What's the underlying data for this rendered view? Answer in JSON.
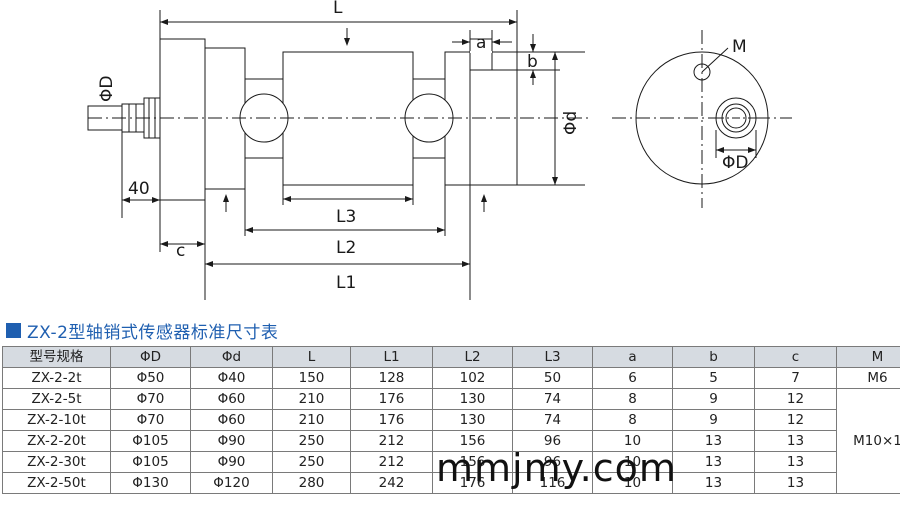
{
  "drawing": {
    "labels": {
      "L": "L",
      "a": "a",
      "b": "b",
      "phiD_side": "ΦD",
      "phid": "Φd",
      "forty": "40",
      "c": "c",
      "L1": "L1",
      "L2": "L2",
      "L3": "L3",
      "M": "M",
      "phiD_end": "ΦD"
    }
  },
  "title": "ZX-2型轴销式传感器标准尺寸表",
  "table": {
    "headers": [
      "型号规格",
      "ΦD",
      "Φd",
      "L",
      "L1",
      "L2",
      "L3",
      "a",
      "b",
      "c",
      "M"
    ],
    "rows": [
      [
        "ZX-2-2t",
        "Φ50",
        "Φ40",
        "150",
        "128",
        "102",
        "50",
        "6",
        "5",
        "7"
      ],
      [
        "ZX-2-5t",
        "Φ70",
        "Φ60",
        "210",
        "176",
        "130",
        "74",
        "8",
        "9",
        "12"
      ],
      [
        "ZX-2-10t",
        "Φ70",
        "Φ60",
        "210",
        "176",
        "130",
        "74",
        "8",
        "9",
        "12"
      ],
      [
        "ZX-2-20t",
        "Φ105",
        "Φ90",
        "250",
        "212",
        "156",
        "96",
        "10",
        "13",
        "13"
      ],
      [
        "ZX-2-30t",
        "Φ105",
        "Φ90",
        "250",
        "212",
        "156",
        "96",
        "10",
        "13",
        "13"
      ],
      [
        "ZX-2-50t",
        "Φ130",
        "Φ120",
        "280",
        "242",
        "176",
        "116",
        "10",
        "13",
        "13"
      ]
    ],
    "m_values": [
      "M6",
      "M10×1"
    ]
  },
  "watermark": "mmjmy.com"
}
